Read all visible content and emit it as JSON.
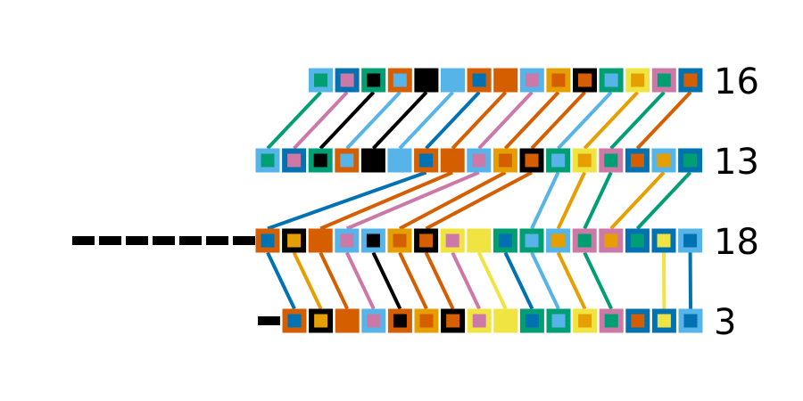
{
  "palette": {
    "O": "#D55E00",
    "B": "#0072B2",
    "G": "#009E73",
    "S": "#56B4E9",
    "P": "#CC79A7",
    "Y": "#F0E442",
    "A": "#E69F00",
    "K": "#000000"
  },
  "rows": [
    {
      "label": "16",
      "cells": [
        [
          "S",
          "G"
        ],
        [
          "B",
          "P"
        ],
        [
          "G",
          "K"
        ],
        [
          "O",
          "S"
        ],
        [
          "K",
          "K"
        ],
        [
          "S",
          "S"
        ],
        [
          "O",
          "B"
        ],
        [
          "O",
          "O"
        ],
        [
          "S",
          "P"
        ],
        [
          "A",
          "O"
        ],
        [
          "K",
          "O"
        ],
        [
          "G",
          "S"
        ],
        [
          "Y",
          "A"
        ],
        [
          "P",
          "G"
        ],
        [
          "B",
          "O"
        ]
      ]
    },
    {
      "label": "13",
      "cells": [
        [
          "S",
          "G"
        ],
        [
          "B",
          "P"
        ],
        [
          "G",
          "K"
        ],
        [
          "O",
          "S"
        ],
        [
          "K",
          "K"
        ],
        [
          "S",
          "S"
        ],
        [
          "O",
          "B"
        ],
        [
          "O",
          "O"
        ],
        [
          "S",
          "P"
        ],
        [
          "A",
          "O"
        ],
        [
          "K",
          "O"
        ],
        [
          "G",
          "S"
        ],
        [
          "Y",
          "A"
        ],
        [
          "P",
          "G"
        ],
        [
          "B",
          "O"
        ],
        [
          "S",
          "A"
        ],
        [
          "B",
          "G"
        ]
      ]
    },
    {
      "label": "18",
      "cells": [
        [
          "O",
          "B"
        ],
        [
          "K",
          "A"
        ],
        [
          "O",
          "O"
        ],
        [
          "S",
          "P"
        ],
        [
          "S",
          "K"
        ],
        [
          "A",
          "O"
        ],
        [
          "K",
          "O"
        ],
        [
          "Y",
          "P"
        ],
        [
          "Y",
          "Y"
        ],
        [
          "G",
          "B"
        ],
        [
          "G",
          "S"
        ],
        [
          "S",
          "A"
        ],
        [
          "P",
          "G"
        ],
        [
          "P",
          "A"
        ],
        [
          "B",
          "G"
        ],
        [
          "B",
          "Y"
        ],
        [
          "S",
          "B"
        ]
      ]
    },
    {
      "label": "3",
      "cells": [
        [
          "O",
          "B"
        ],
        [
          "K",
          "A"
        ],
        [
          "O",
          "O"
        ],
        [
          "S",
          "P"
        ],
        [
          "O",
          "K"
        ],
        [
          "A",
          "O"
        ],
        [
          "K",
          "O"
        ],
        [
          "Y",
          "P"
        ],
        [
          "Y",
          "Y"
        ],
        [
          "G",
          "B"
        ],
        [
          "G",
          "S"
        ],
        [
          "Y",
          "A"
        ],
        [
          "P",
          "G"
        ],
        [
          "B",
          "O"
        ],
        [
          "B",
          "Y"
        ],
        [
          "S",
          "B"
        ]
      ]
    }
  ],
  "connections": [
    {
      "from_row": 0,
      "to_row": 1,
      "pairs": [
        [
          0,
          0,
          "G"
        ],
        [
          1,
          1,
          "P"
        ],
        [
          2,
          2,
          "K"
        ],
        [
          3,
          3,
          "S"
        ],
        [
          4,
          4,
          "K"
        ],
        [
          5,
          5,
          "S"
        ],
        [
          6,
          6,
          "B"
        ],
        [
          7,
          7,
          "O"
        ],
        [
          8,
          8,
          "P"
        ],
        [
          9,
          9,
          "O"
        ],
        [
          10,
          10,
          "O"
        ],
        [
          11,
          11,
          "S"
        ],
        [
          12,
          12,
          "A"
        ],
        [
          13,
          13,
          "G"
        ],
        [
          14,
          14,
          "O"
        ]
      ]
    },
    {
      "from_row": 1,
      "to_row": 2,
      "pairs": [
        [
          6,
          0,
          "B"
        ],
        [
          7,
          2,
          "O"
        ],
        [
          8,
          3,
          "P"
        ],
        [
          9,
          5,
          "O"
        ],
        [
          10,
          6,
          "O"
        ],
        [
          11,
          10,
          "S"
        ],
        [
          12,
          11,
          "A"
        ],
        [
          13,
          12,
          "G"
        ],
        [
          15,
          13,
          "A"
        ],
        [
          16,
          14,
          "G"
        ]
      ]
    },
    {
      "from_row": 2,
      "to_row": 3,
      "pairs": [
        [
          0,
          0,
          "B"
        ],
        [
          1,
          1,
          "A"
        ],
        [
          2,
          2,
          "O"
        ],
        [
          3,
          3,
          "P"
        ],
        [
          4,
          4,
          "K"
        ],
        [
          5,
          5,
          "O"
        ],
        [
          6,
          6,
          "O"
        ],
        [
          7,
          7,
          "P"
        ],
        [
          8,
          8,
          "Y"
        ],
        [
          9,
          9,
          "B"
        ],
        [
          10,
          10,
          "S"
        ],
        [
          11,
          11,
          "A"
        ],
        [
          12,
          12,
          "G"
        ],
        [
          15,
          14,
          "Y"
        ],
        [
          16,
          15,
          "B"
        ]
      ]
    }
  ]
}
